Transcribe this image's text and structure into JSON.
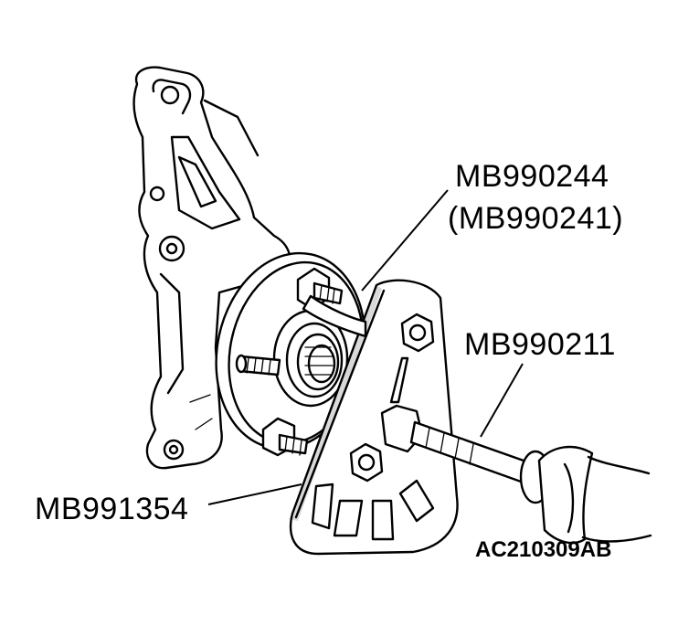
{
  "labels": {
    "tool_a": "MB990244",
    "tool_a_alt": "(MB990241)",
    "tool_b": "MB990211",
    "tool_c": "MB991354",
    "figure_code": "AC210309AB"
  }
}
